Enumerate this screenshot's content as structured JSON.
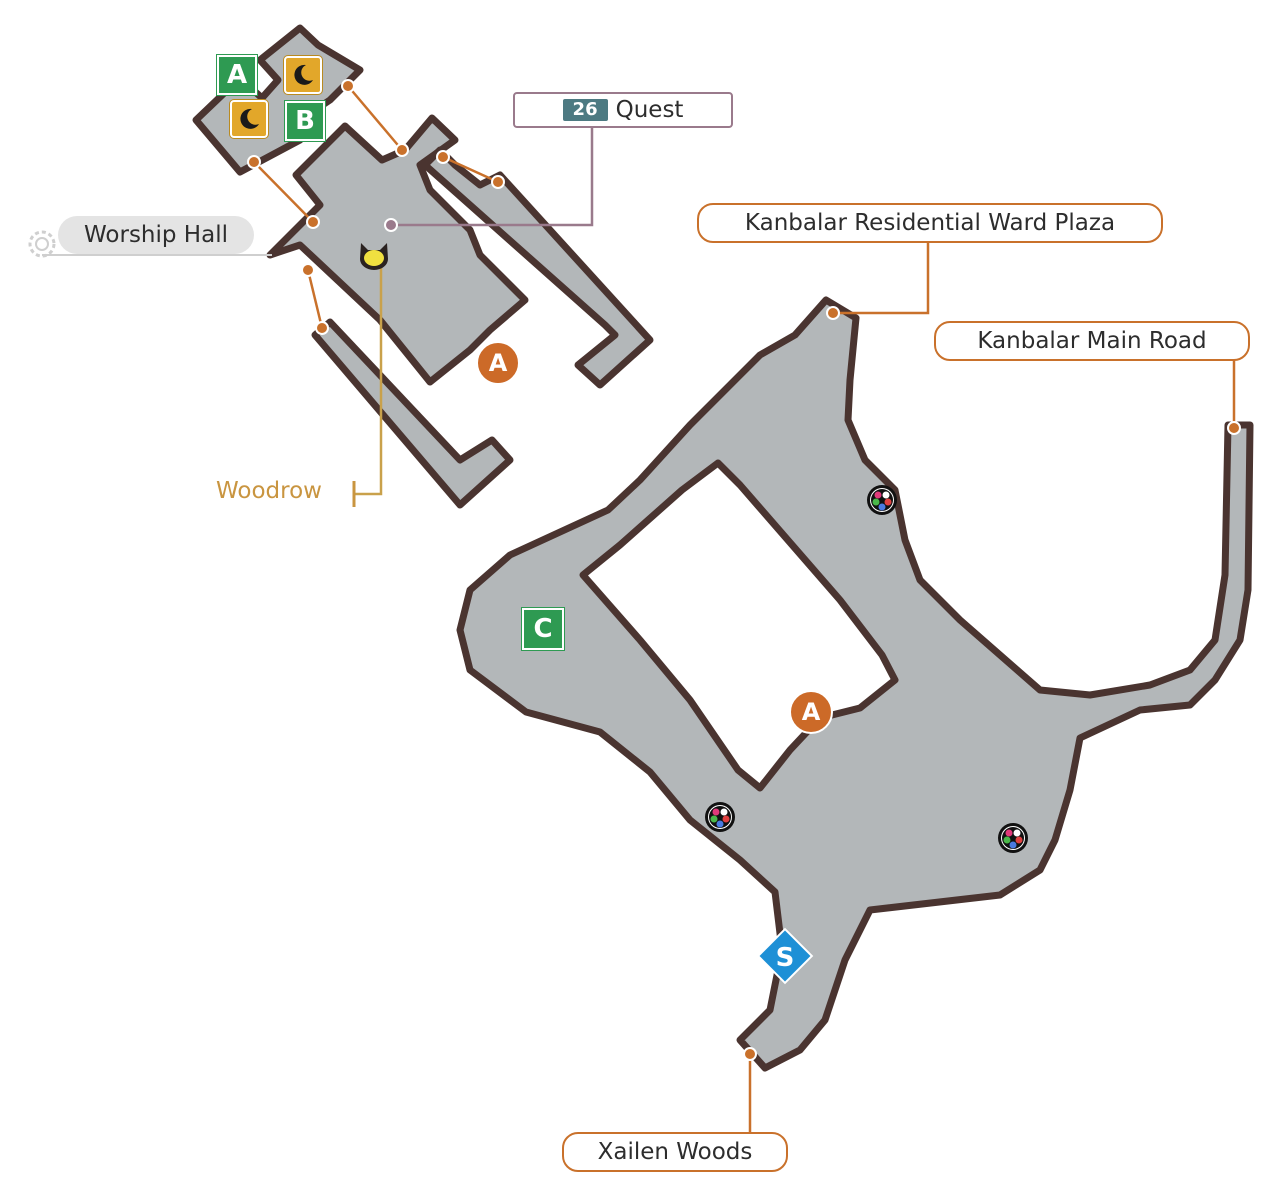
{
  "map": {
    "labels": {
      "quest_number": "26",
      "quest_text": "Quest",
      "worship_hall": "Worship Hall",
      "residential_plaza": "Kanbalar  Residential Ward Plaza",
      "main_road": "Kanbalar Main Road",
      "xailen_woods": "Xailen Woods",
      "woodrow": "Woodrow"
    },
    "markers": {
      "green_a": "A",
      "green_b": "B",
      "green_c": "C",
      "orange_a_upper": "A",
      "orange_a_lower": "A",
      "start": "S"
    },
    "icons": [
      "moon-icon",
      "moon-icon",
      "gear-icon",
      "cat-icon",
      "material-spot-icon"
    ],
    "colors": {
      "floor": "#b3b7b9",
      "wall": "#4a3430",
      "exit_line": "#c9712b",
      "green_marker": "#2e9a52",
      "orange_marker": "#cc6a28",
      "start_marker": "#1e90d6",
      "quest_badge": "#4d7a82",
      "npc_line": "#c99540"
    }
  }
}
